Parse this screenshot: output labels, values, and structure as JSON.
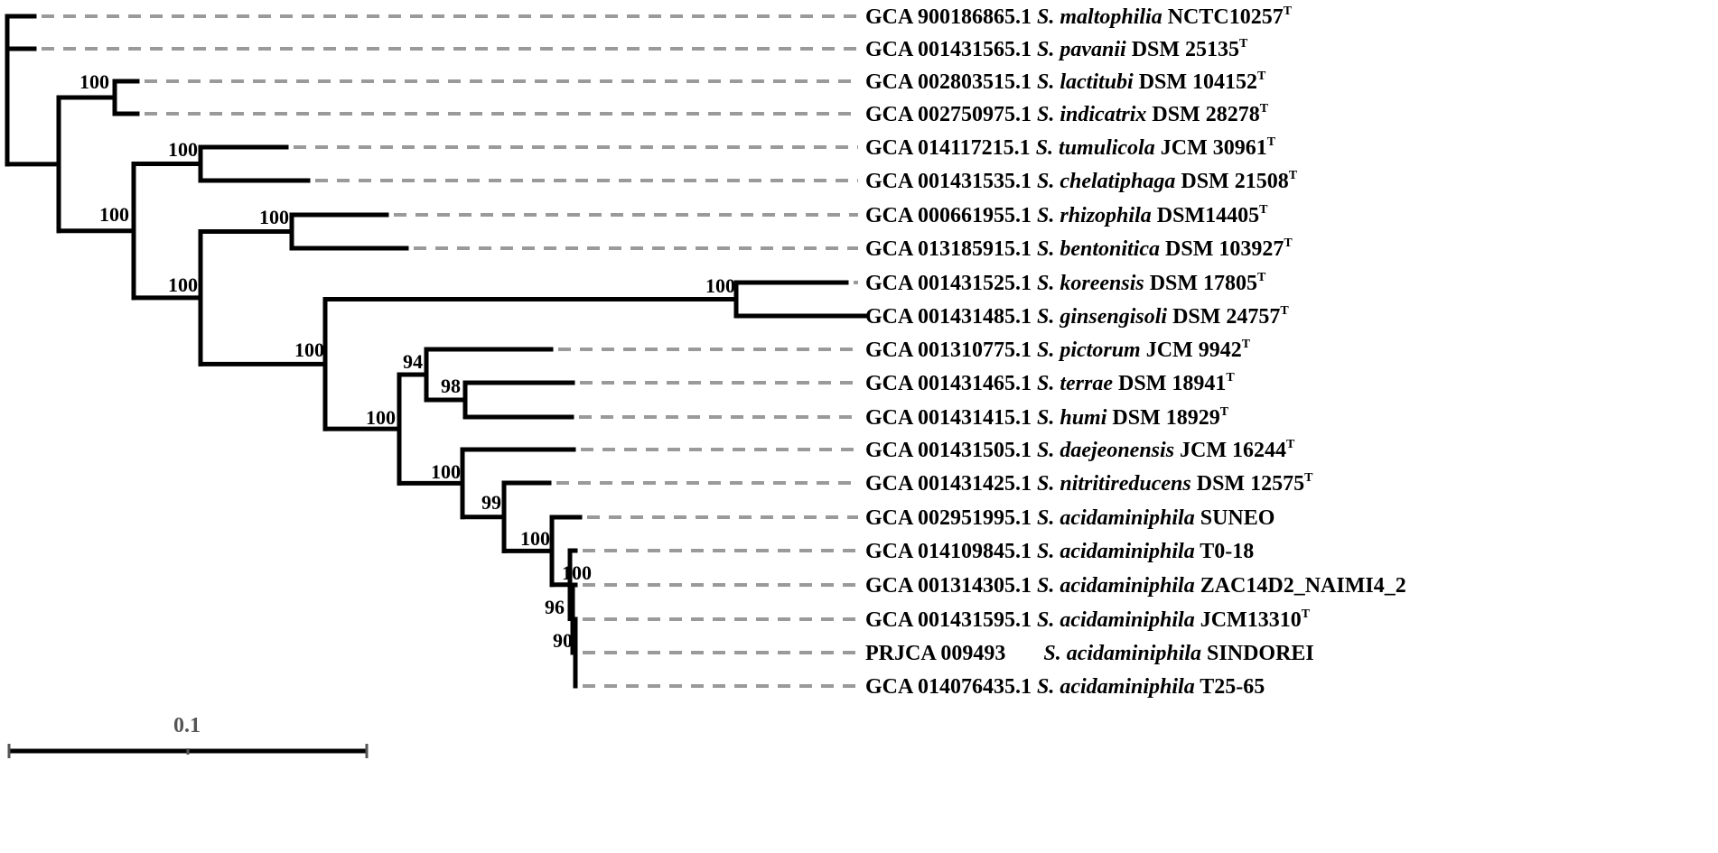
{
  "scale_bar": {
    "label": "0.1"
  },
  "taxa": [
    {
      "accession": "GCA 900186865.1",
      "species": "S. maltophilia",
      "strain": "NCTC10257",
      "type_strain": "T"
    },
    {
      "accession": "GCA 001431565.1",
      "species": "S. pavanii",
      "strain": "DSM 25135",
      "type_strain": "T"
    },
    {
      "accession": "GCA 002803515.1",
      "species": "S. lactitubi",
      "strain": "DSM 104152",
      "type_strain": "T"
    },
    {
      "accession": "GCA 002750975.1",
      "species": "S. indicatrix",
      "strain": "DSM 28278",
      "type_strain": "T"
    },
    {
      "accession": "GCA 014117215.1",
      "species": "S. tumulicola",
      "strain": "JCM 30961",
      "type_strain": "T"
    },
    {
      "accession": "GCA 001431535.1",
      "species": "S. chelatiphaga",
      "strain": "DSM 21508",
      "type_strain": "T"
    },
    {
      "accession": "GCA 000661955.1",
      "species": "S. rhizophila",
      "strain": "DSM14405",
      "type_strain": "T"
    },
    {
      "accession": "GCA 013185915.1",
      "species": "S. bentonitica",
      "strain": "DSM 103927",
      "type_strain": "T"
    },
    {
      "accession": "GCA 001431525.1",
      "species": "S. koreensis",
      "strain": "DSM 17805",
      "type_strain": "T"
    },
    {
      "accession": "GCA 001431485.1",
      "species": "S. ginsengisoli",
      "strain": "DSM 24757",
      "type_strain": "T"
    },
    {
      "accession": "GCA 001310775.1",
      "species": "S. pictorum",
      "strain": "JCM 9942",
      "type_strain": "T"
    },
    {
      "accession": "GCA 001431465.1",
      "species": "S. terrae",
      "strain": "DSM 18941",
      "type_strain": "T"
    },
    {
      "accession": "GCA 001431415.1",
      "species": "S. humi",
      "strain": "DSM 18929",
      "type_strain": "T"
    },
    {
      "accession": "GCA 001431505.1",
      "species": "S. daejeonensis",
      "strain": "JCM 16244",
      "type_strain": "T"
    },
    {
      "accession": "GCA 001431425.1",
      "species": "S. nitritireducens",
      "strain": "DSM 12575",
      "type_strain": "T"
    },
    {
      "accession": "GCA 002951995.1",
      "species": "S. acidaminiphila",
      "strain": "SUNEO",
      "type_strain": ""
    },
    {
      "accession": "GCA 014109845.1",
      "species": "S. acidaminiphila",
      "strain": "T0-18",
      "type_strain": ""
    },
    {
      "accession": "GCA 001314305.1",
      "species": "S. acidaminiphila",
      "strain": "ZAC14D2_NAIMI4_2",
      "type_strain": ""
    },
    {
      "accession": "GCA 001431595.1",
      "species": "S. acidaminiphila",
      "strain": "JCM13310",
      "type_strain": "T"
    },
    {
      "accession": "PRJCA 009493",
      "species": "S. acidaminiphila",
      "strain": "SINDOREI",
      "type_strain": ""
    },
    {
      "accession": "GCA 014076435.1",
      "species": "S. acidaminiphila",
      "strain": "T25-65",
      "type_strain": ""
    }
  ],
  "bootstrap_values": [
    "100",
    "100",
    "100",
    "100",
    "100",
    "100",
    "100",
    "100",
    "94",
    "98",
    "100",
    "99",
    "100",
    "100",
    "96",
    "90"
  ],
  "colors": {
    "branch": "#000000",
    "leader": "#9a9a9a",
    "scale_label": "#555555"
  }
}
